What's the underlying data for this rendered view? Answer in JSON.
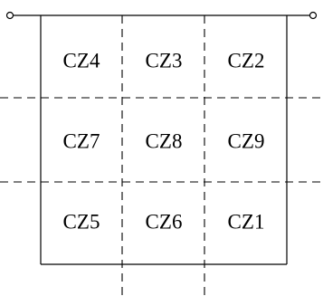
{
  "diagram": {
    "colors": {
      "line": "#000000",
      "background": "#ffffff"
    },
    "grid": [
      [
        "CZ4",
        "CZ3",
        "CZ2"
      ],
      [
        "CZ7",
        "CZ8",
        "CZ9"
      ],
      [
        "CZ5",
        "CZ6",
        "CZ1"
      ]
    ]
  }
}
